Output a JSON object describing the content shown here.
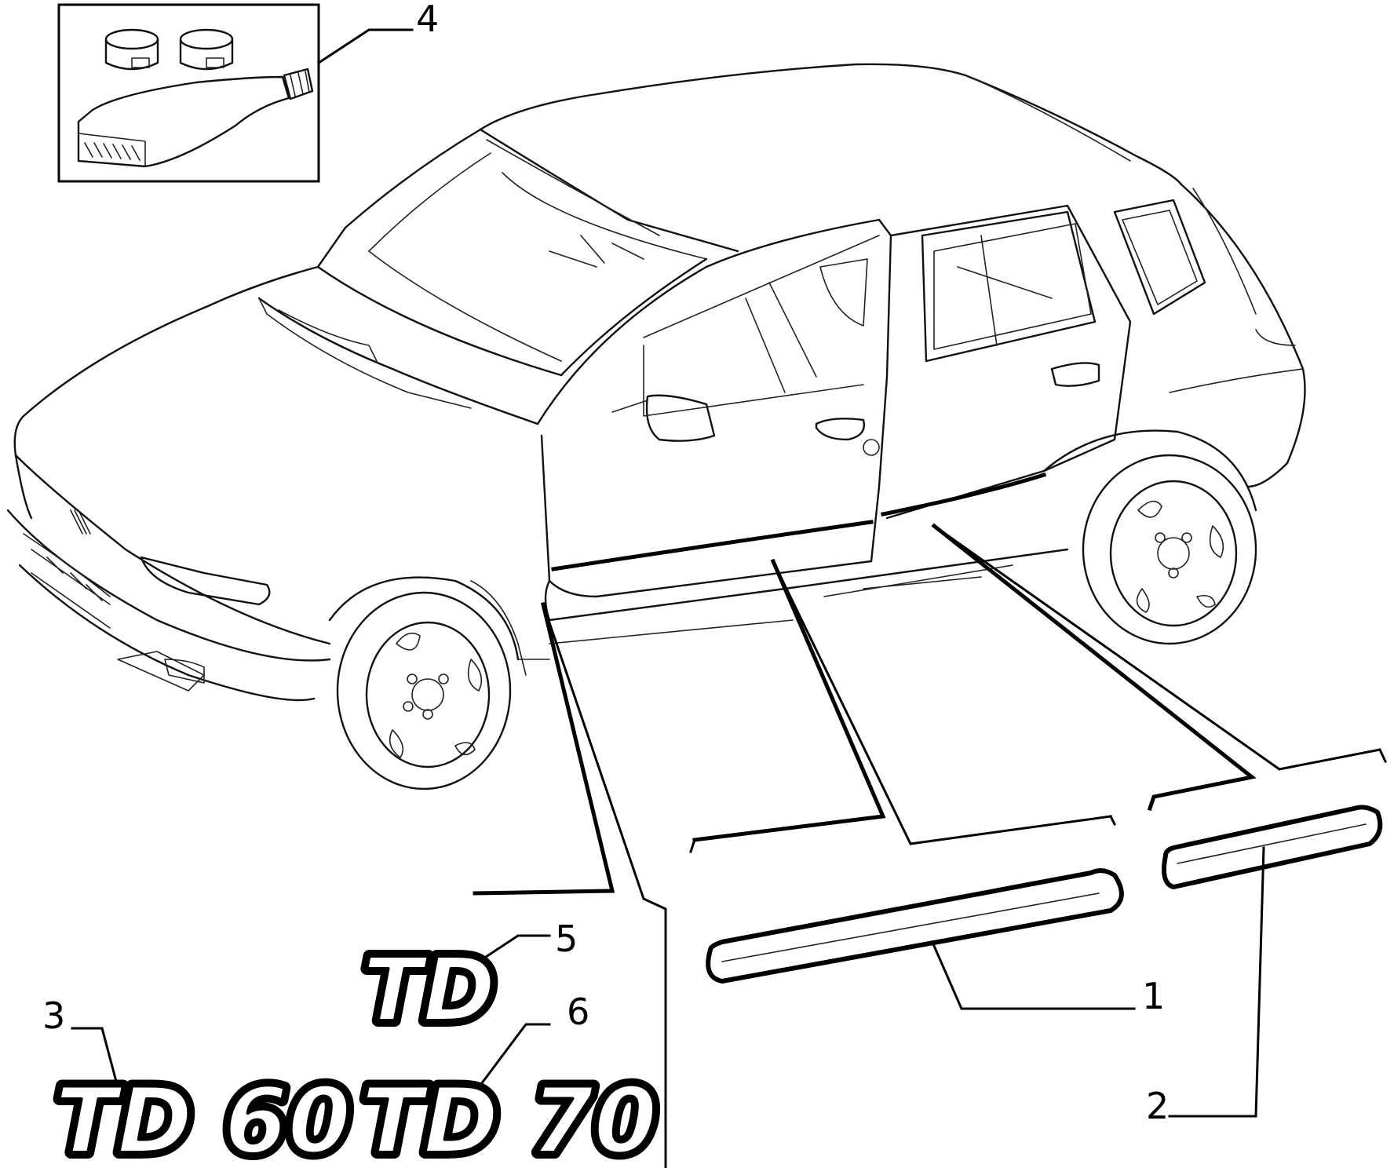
{
  "callouts": {
    "c1": "1",
    "c2": "2",
    "c3": "3",
    "c4": "4",
    "c5": "5",
    "c6": "6"
  },
  "badges": {
    "td": "TD",
    "td60": "TD 60",
    "td70": "TD 70"
  }
}
